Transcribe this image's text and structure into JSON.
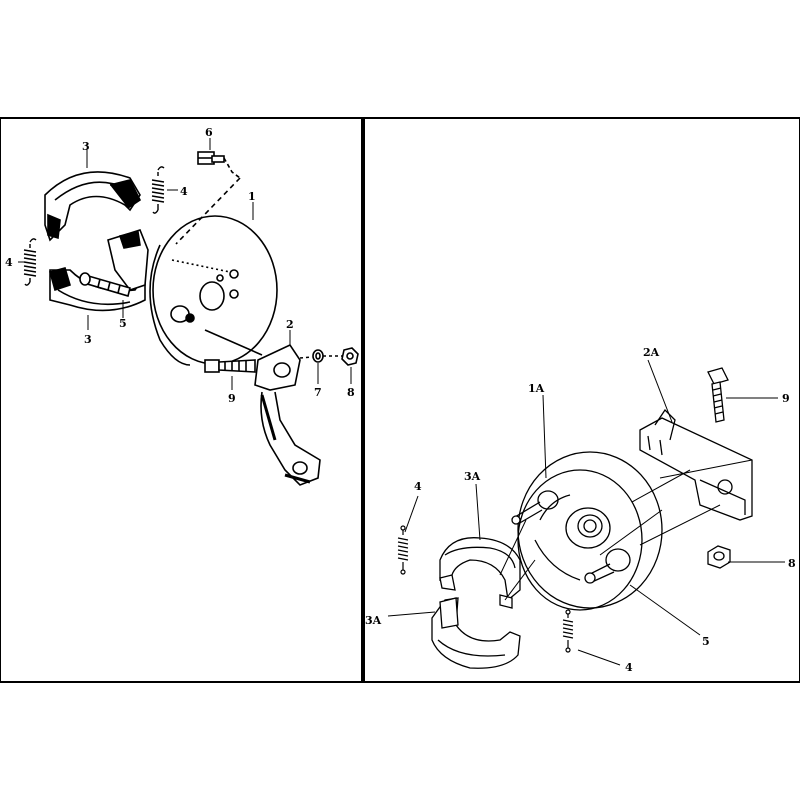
{
  "left_panel": {
    "callouts": {
      "c1": "1",
      "c2": "2",
      "c3_top": "3",
      "c3_bottom": "3",
      "c4_top": "4",
      "c4_left": "4",
      "c5": "5",
      "c6": "6",
      "c7": "7",
      "c8": "8",
      "c9": "9"
    }
  },
  "right_panel": {
    "callouts": {
      "c1a": "1A",
      "c2a": "2A",
      "c3a_top": "3A",
      "c3a_left": "3A",
      "c4_top": "4",
      "c4_bottom": "4",
      "c5": "5",
      "c8": "8",
      "c9": "9"
    }
  }
}
